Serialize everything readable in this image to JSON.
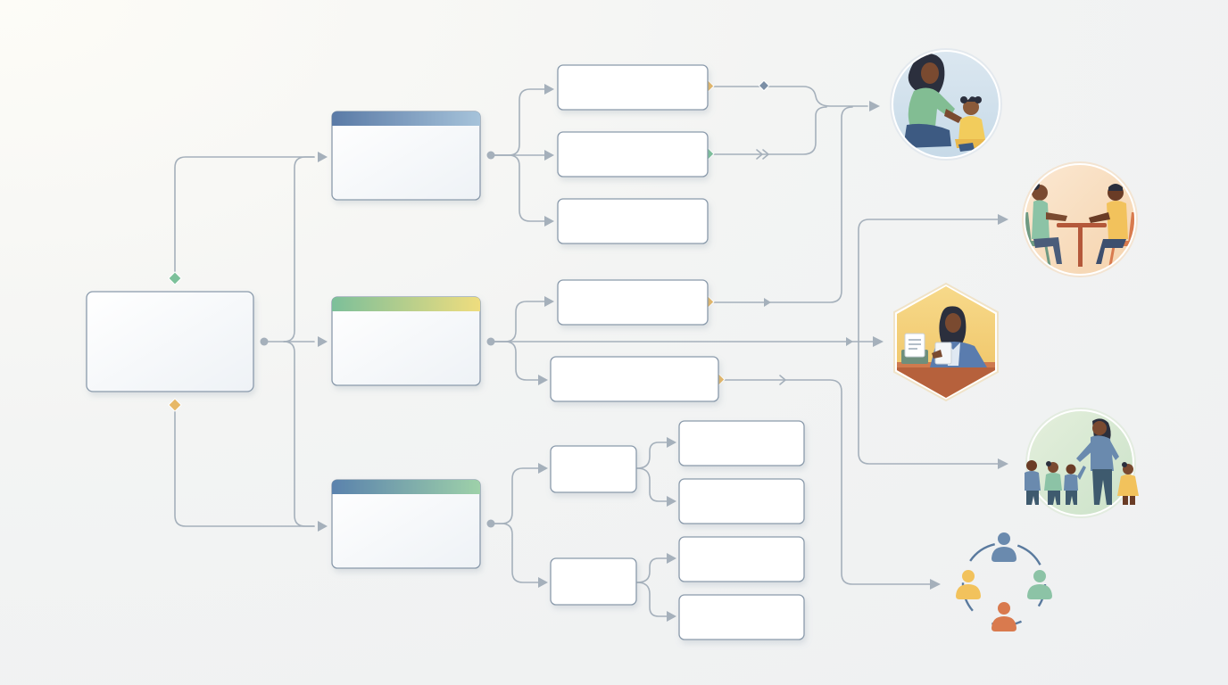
{
  "diagram": {
    "nodes": {
      "root": {
        "label": ""
      },
      "branch_1": {
        "label": ""
      },
      "branch_2": {
        "label": ""
      },
      "branch_3": {
        "label": ""
      },
      "leaf_1a": {
        "label": ""
      },
      "leaf_1b": {
        "label": ""
      },
      "leaf_1c": {
        "label": ""
      },
      "leaf_2a": {
        "label": ""
      },
      "leaf_2b": {
        "label": ""
      },
      "sub_3a": {
        "label": ""
      },
      "sub_3b": {
        "label": ""
      },
      "leaf_3a1": {
        "label": ""
      },
      "leaf_3a2": {
        "label": ""
      },
      "leaf_3b1": {
        "label": ""
      },
      "leaf_3b2": {
        "label": ""
      }
    },
    "branch_header_colors": {
      "branch_1": [
        "#5a7aa6",
        "#a6c3da"
      ],
      "branch_2": [
        "#7cbf9a",
        "#efdd7e"
      ],
      "branch_3": [
        "#5a82ad",
        "#9ed1a9"
      ]
    },
    "illustrations": [
      {
        "name": "parent-child-play-icon",
        "shape": "circle"
      },
      {
        "name": "counseling-meeting-icon",
        "shape": "circle"
      },
      {
        "name": "caseworker-desk-icon",
        "shape": "hexagon"
      },
      {
        "name": "family-group-icon",
        "shape": "circle"
      },
      {
        "name": "community-network-icon",
        "shape": "ring"
      }
    ],
    "colors": {
      "connector": "#a5b0bb",
      "box_border": "#8a9aab",
      "diamond_green": "#7cc19a",
      "diamond_orange": "#e7b867",
      "diamond_blue": "#7b8fa6"
    }
  }
}
